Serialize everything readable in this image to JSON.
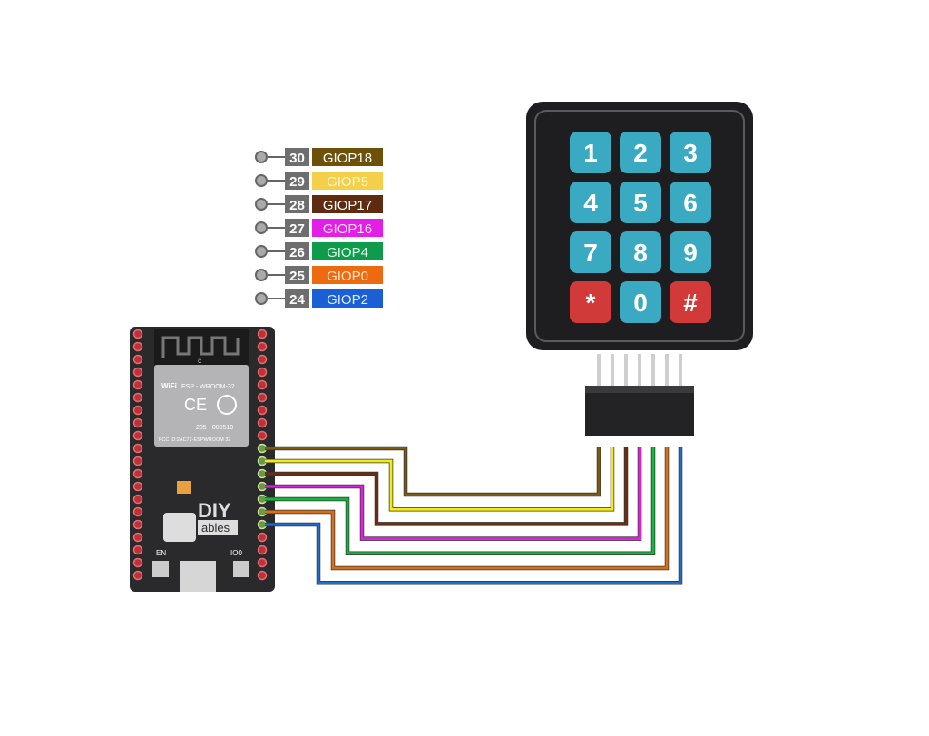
{
  "legend": [
    {
      "pin": "30",
      "label": "GIOP18",
      "color": "#6e5108",
      "text_color": "#ffffff"
    },
    {
      "pin": "29",
      "label": "GIOP5",
      "color": "#f3cf4a",
      "text_color": "#fff6c8"
    },
    {
      "pin": "28",
      "label": "GIOP17",
      "color": "#5e2a10",
      "text_color": "#ffffff"
    },
    {
      "pin": "27",
      "label": "GIOP16",
      "color": "#e31ee6",
      "text_color": "#ffe0ff"
    },
    {
      "pin": "26",
      "label": "GIOP4",
      "color": "#0e9c4c",
      "text_color": "#e0ffe8"
    },
    {
      "pin": "25",
      "label": "GIOP0",
      "color": "#ee6a10",
      "text_color": "#ffe6c8"
    },
    {
      "pin": "24",
      "label": "GIOP2",
      "color": "#1a5fd6",
      "text_color": "#e0ecff"
    }
  ],
  "wire_colors": [
    "#7a5a10",
    "#f2ea1a",
    "#6b2e10",
    "#e020e0",
    "#12b83a",
    "#d8701a",
    "#1f6fd0"
  ],
  "keypad": {
    "keys": [
      "1",
      "2",
      "3",
      "4",
      "5",
      "6",
      "7",
      "8",
      "9",
      "*",
      "0",
      "#"
    ],
    "key_color": "#3aa9c2",
    "special_color": "#d23a3a"
  },
  "board": {
    "module": "ESP - WROOM-32",
    "cert": "205 - 000519",
    "fcc": "FCC ID:2AC72-ESPWROOM 32",
    "wifi": "WiFi",
    "ce": "CE",
    "logo_top": "DIY",
    "logo_bottom": "ables",
    "en_label": "EN",
    "io0_label": "IO0",
    "antenna_mark": "C"
  }
}
